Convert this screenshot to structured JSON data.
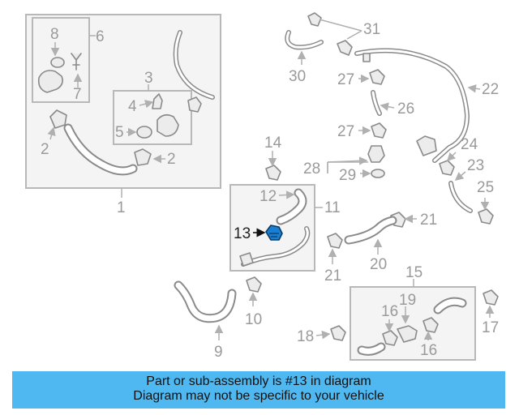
{
  "diagram": {
    "highlight_color": "#1a7fd0",
    "labels": {
      "l1": "1",
      "l2a": "2",
      "l2b": "2",
      "l3": "3",
      "l4": "4",
      "l5": "5",
      "l6": "6",
      "l7": "7",
      "l8": "8",
      "l9": "9",
      "l10": "10",
      "l11": "11",
      "l12": "12",
      "l13": "13",
      "l14": "14",
      "l15": "15",
      "l16a": "16",
      "l16b": "16",
      "l17": "17",
      "l18": "18",
      "l19": "19",
      "l20": "20",
      "l21a": "21",
      "l21b": "21",
      "l22": "22",
      "l23": "23",
      "l24": "24",
      "l25": "25",
      "l26": "26",
      "l27a": "27",
      "l27b": "27",
      "l28": "28",
      "l29": "29",
      "l30": "30",
      "l31": "31"
    }
  },
  "banner": {
    "line1": "Part or sub-assembly is #13 in diagram",
    "line2": "Diagram may not be specific to your vehicle",
    "color": "#4fb8f0"
  }
}
